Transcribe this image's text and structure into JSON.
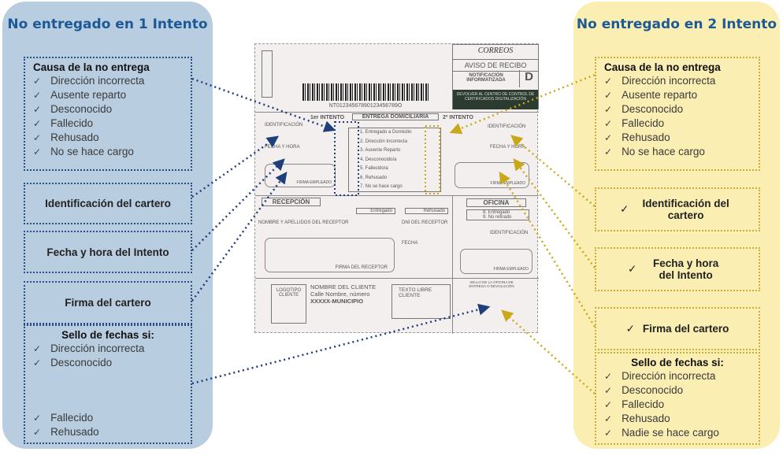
{
  "left": {
    "title": "No entregado en 1 Intento",
    "causa": {
      "heading": "Causa de la no entrega",
      "items": [
        "Dirección incorrecta",
        "Ausente reparto",
        "Desconocido",
        "Fallecido",
        "Rehusado",
        "No se hace cargo"
      ]
    },
    "identificacion": "Identificación del cartero",
    "fecha": "Fecha  y hora del Intento",
    "firma": "Firma del cartero",
    "sello": {
      "heading": "Sello de fechas si:",
      "items": [
        "Dirección incorrecta",
        "Desconocido",
        "Fallecido",
        "Rehusado"
      ]
    }
  },
  "right": {
    "title": "No entregado en 2 Intento",
    "causa": {
      "heading": "Causa de la no entrega",
      "items": [
        "Dirección incorrecta",
        "Ausente reparto",
        "Desconocido",
        "Fallecido",
        "Rehusado",
        "No se hace cargo"
      ]
    },
    "identificacion": "Identificación del cartero",
    "fecha": "Fecha  y hora del Intento",
    "firma": "Firma del cartero",
    "sello": {
      "heading": "Sello de fechas si:",
      "items": [
        "Dirección incorrecta",
        "Desconocido",
        "Fallecido",
        "Rehusado",
        "Nadie se hace cargo"
      ]
    }
  },
  "form": {
    "brand": "CORREOS",
    "aviso": "AVISO DE RECIBO",
    "notificacion": "NOTIFICACIÓN INFORMATIZADA",
    "letter": "D",
    "devolver": "DEVOLVER AL CENTRO DE CONTROL DE CERTIFICADOS DIGITALIZACIÓN",
    "barcode": "NT01234567890123456789O",
    "intento1": "1er INTENTO",
    "entrega": "ENTREGA DOMICILIARIA",
    "intento2": "2º INTENTO",
    "identificacion": "IDENTIFICACIÓN",
    "fecha_hora": "FECHA Y HORA",
    "firma_empleado": "FIRMA EMPLEADO",
    "options": [
      "1. Entregado a Domicilio",
      "2. Dirección Incorrecta",
      "3. Ausente Reparto",
      "4. Desconocido/a",
      "5. Fallecido/a",
      "6. Rehusado",
      "7. No se hace cargo"
    ],
    "recepcion": "RECEPCIÓN",
    "entregado": "Entregado",
    "rehusado": "Rehusado",
    "nombre_receptor": "NOMBRE Y APELLIDOS DEL RECEPTOR",
    "dni": "DNI DEL RECEPTOR",
    "fecha": "FECHA",
    "firma_receptor": "FIRMA DEL RECEPTOR",
    "oficina": "OFICINA",
    "of_options": [
      "8. Entregado",
      "9. No retirado"
    ],
    "logotipo": "LOGOTIPO CLIENTE",
    "cliente": [
      "NOMBRE DEL CLIENTE",
      "Calle Nombre, número",
      "XXXXX-MUNICIPIO"
    ],
    "texto_libre": "TEXTO LIBRE CLIENTE",
    "sello_oficina": "SELLO DE LA OFICINA DE ENTREGA O DEVOLUCIÓN"
  },
  "colors": {
    "blue_panel": "#b9cde0",
    "yellow_panel": "#fbeeb2",
    "title": "#1d5996",
    "blue_line": "#1e3f7a",
    "yellow_line": "#c9a81a"
  }
}
